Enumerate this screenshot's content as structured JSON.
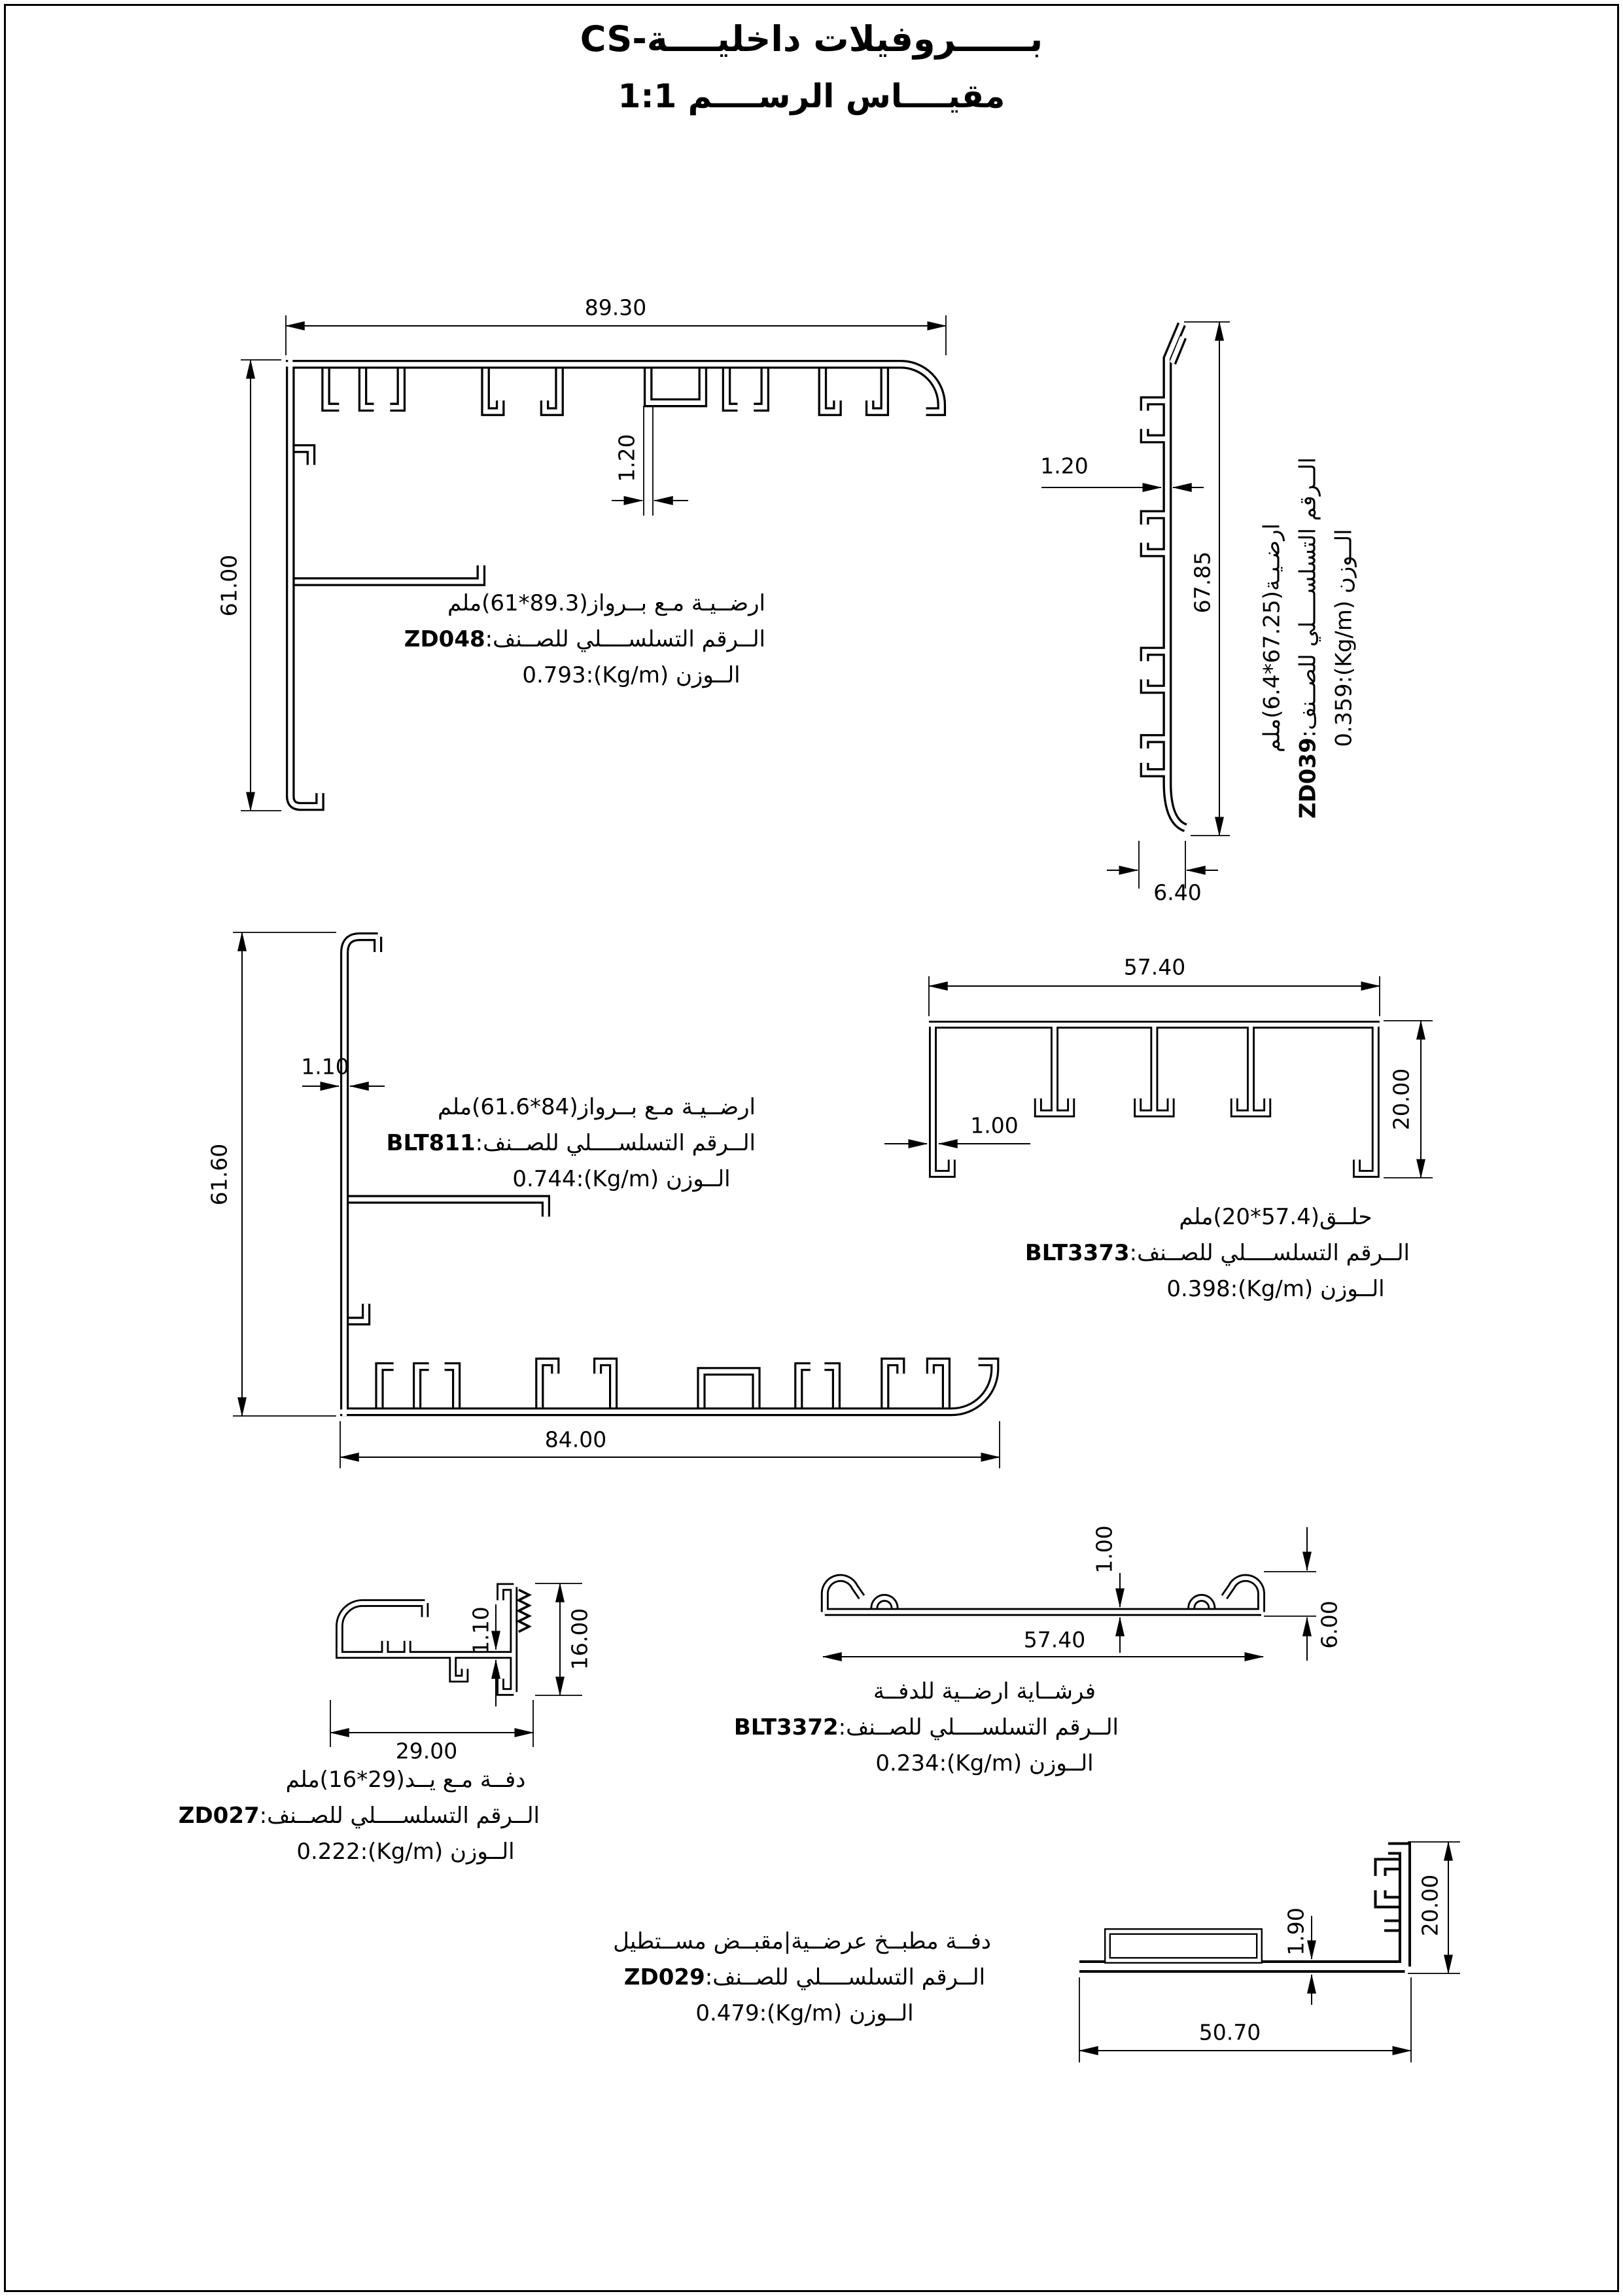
{
  "page": {
    "title": "بــــــروفيلات داخليــــة-CS",
    "subtitle": "مقيــــاس الرســــم 1:1"
  },
  "labels": {
    "serial_prefix": "الــرقم التسلســــلي للصــنف:"
  },
  "profiles": [
    {
      "code": "ZD048",
      "description": "ارضــيـة مـع بــرواز(89.3*61)ملم",
      "weight": "الــوزن (Kg/m):0.793",
      "dimensions": {
        "width": "89.30",
        "height": "61.00",
        "thickness": "1.20"
      }
    },
    {
      "code": "ZD039",
      "description": "ارضـيـة(67.25*6.4)ملم",
      "weight": "الــوزن (Kg/m):0.359",
      "dimensions": {
        "width": "6.40",
        "height": "67.85",
        "thickness": "1.20"
      }
    },
    {
      "code": "BLT811",
      "description": "ارضــيـة مـع بــرواز(84*61.6)ملم",
      "weight": "الــوزن (Kg/m):0.744",
      "dimensions": {
        "width": "84.00",
        "height": "61.60",
        "thickness": "1.10"
      }
    },
    {
      "code": "BLT3373",
      "description": "حلــق(57.4*20)ملم",
      "weight": "الــوزن (Kg/m):0.398",
      "dimensions": {
        "width": "57.40",
        "height": "20.00",
        "thickness": "1.00"
      }
    },
    {
      "code": "ZD027",
      "description": "دفــة مـع يــد(29*16)ملم",
      "weight": "الــوزن (Kg/m):0.222",
      "dimensions": {
        "width": "29.00",
        "height": "16.00",
        "thickness": "1.10"
      }
    },
    {
      "code": "BLT3372",
      "description": "فرشــاية ارضــية للدفــة",
      "weight": "الــوزن (Kg/m):0.234",
      "dimensions": {
        "width": "57.40",
        "height": "6.00",
        "thickness": "1.00"
      }
    },
    {
      "code": "ZD029",
      "description": "دفــة مطبــخ عرضــية|مقبــض مســتطيل",
      "weight": "الــوزن (Kg/m):0.479",
      "dimensions": {
        "width": "50.70",
        "height": "20.00",
        "thickness": "1.90"
      }
    }
  ]
}
